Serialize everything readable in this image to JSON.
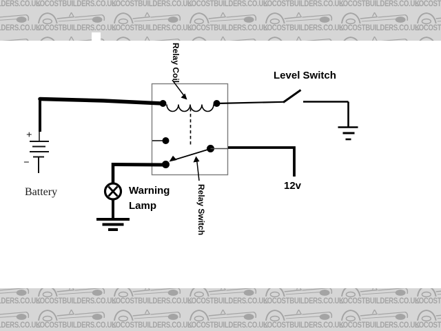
{
  "watermark": {
    "text": "LOCOSTBUILDERS.CO.UK",
    "icon": "locost-car-icon",
    "bg_color": "#d6d6d6",
    "fg_color": "#a4a4a4"
  },
  "diagram": {
    "labels": {
      "relay_coil": "Relay Coil",
      "level_switch": "Level Switch",
      "relay_switch": "Relay Switch",
      "warning_line1": "Warning",
      "warning_line2": "Lamp",
      "supply": "12v",
      "battery": "Battery",
      "battery_plus": "+",
      "battery_minus": "−"
    },
    "colors": {
      "wire": "#000000",
      "relay_box_border": "#7b7b7b",
      "background": "#ffffff"
    }
  }
}
